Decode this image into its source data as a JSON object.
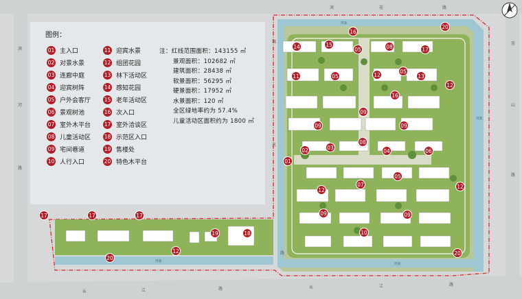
{
  "legend": {
    "title": "图例：",
    "items": [
      {
        "num": "01",
        "label": "主入口"
      },
      {
        "num": "02",
        "label": "对景水景"
      },
      {
        "num": "03",
        "label": "连廊中庭"
      },
      {
        "num": "04",
        "label": "迎宾树阵"
      },
      {
        "num": "05",
        "label": "户外会客厅"
      },
      {
        "num": "06",
        "label": "景观树池"
      },
      {
        "num": "07",
        "label": "室外木平台"
      },
      {
        "num": "08",
        "label": "儿童活动区"
      },
      {
        "num": "09",
        "label": "宅间巷道"
      },
      {
        "num": "10",
        "label": "人行入口"
      },
      {
        "num": "11",
        "label": "迎宾水景"
      },
      {
        "num": "12",
        "label": "组团花园"
      },
      {
        "num": "13",
        "label": "林下活动区"
      },
      {
        "num": "14",
        "label": "感知花园"
      },
      {
        "num": "15",
        "label": "老年活动区"
      },
      {
        "num": "16",
        "label": "次入口"
      },
      {
        "num": "17",
        "label": "室外洽谈区"
      },
      {
        "num": "18",
        "label": "示范区入口"
      },
      {
        "num": "19",
        "label": "售楼处"
      },
      {
        "num": "20",
        "label": "特色木平台"
      }
    ]
  },
  "stats": [
    "注：红线范围面积：143155 ㎡",
    "景观面积：102682 ㎡",
    "建筑面积：28438 ㎡",
    "软景面积：56295 ㎡",
    "硬景面积：17952 ㎡",
    "水景面积：120 ㎡",
    "全区绿地率约为 57.4%",
    "儿童活动区面积约为 1800 ㎡"
  ],
  "road_labels": {
    "top": [
      "滨",
      "花",
      "路"
    ],
    "bottom": [
      "长",
      "江",
      "路",
      "长",
      "江",
      "路"
    ],
    "left": [
      "滨",
      "河",
      "路"
    ],
    "middle": [
      "锦",
      "天",
      "路"
    ],
    "right": [
      "金",
      "山",
      "路"
    ]
  },
  "river_labels": [
    "河道",
    "河道",
    "河道",
    "河道"
  ],
  "map_markers": [
    "16",
    "20",
    "14",
    "15",
    "05",
    "08",
    "17",
    "11",
    "05",
    "12",
    "05",
    "13",
    "12",
    "16",
    "09",
    "09",
    "09",
    "01",
    "02",
    "03",
    "08",
    "04",
    "06",
    "05",
    "07",
    "12",
    "12",
    "09",
    "09",
    "10",
    "20",
    "17",
    "17",
    "17",
    "19",
    "18",
    "12",
    "20"
  ],
  "colors": {
    "badge": "#b01e2a",
    "redline": "#d42a2a",
    "water": "#9fc6d3",
    "grass": "#8fb35a",
    "building": "#ffffff",
    "road": "#d3d5d6",
    "legend_bg": "#e5e8ea"
  },
  "icons": [
    "north-arrow-icon"
  ]
}
